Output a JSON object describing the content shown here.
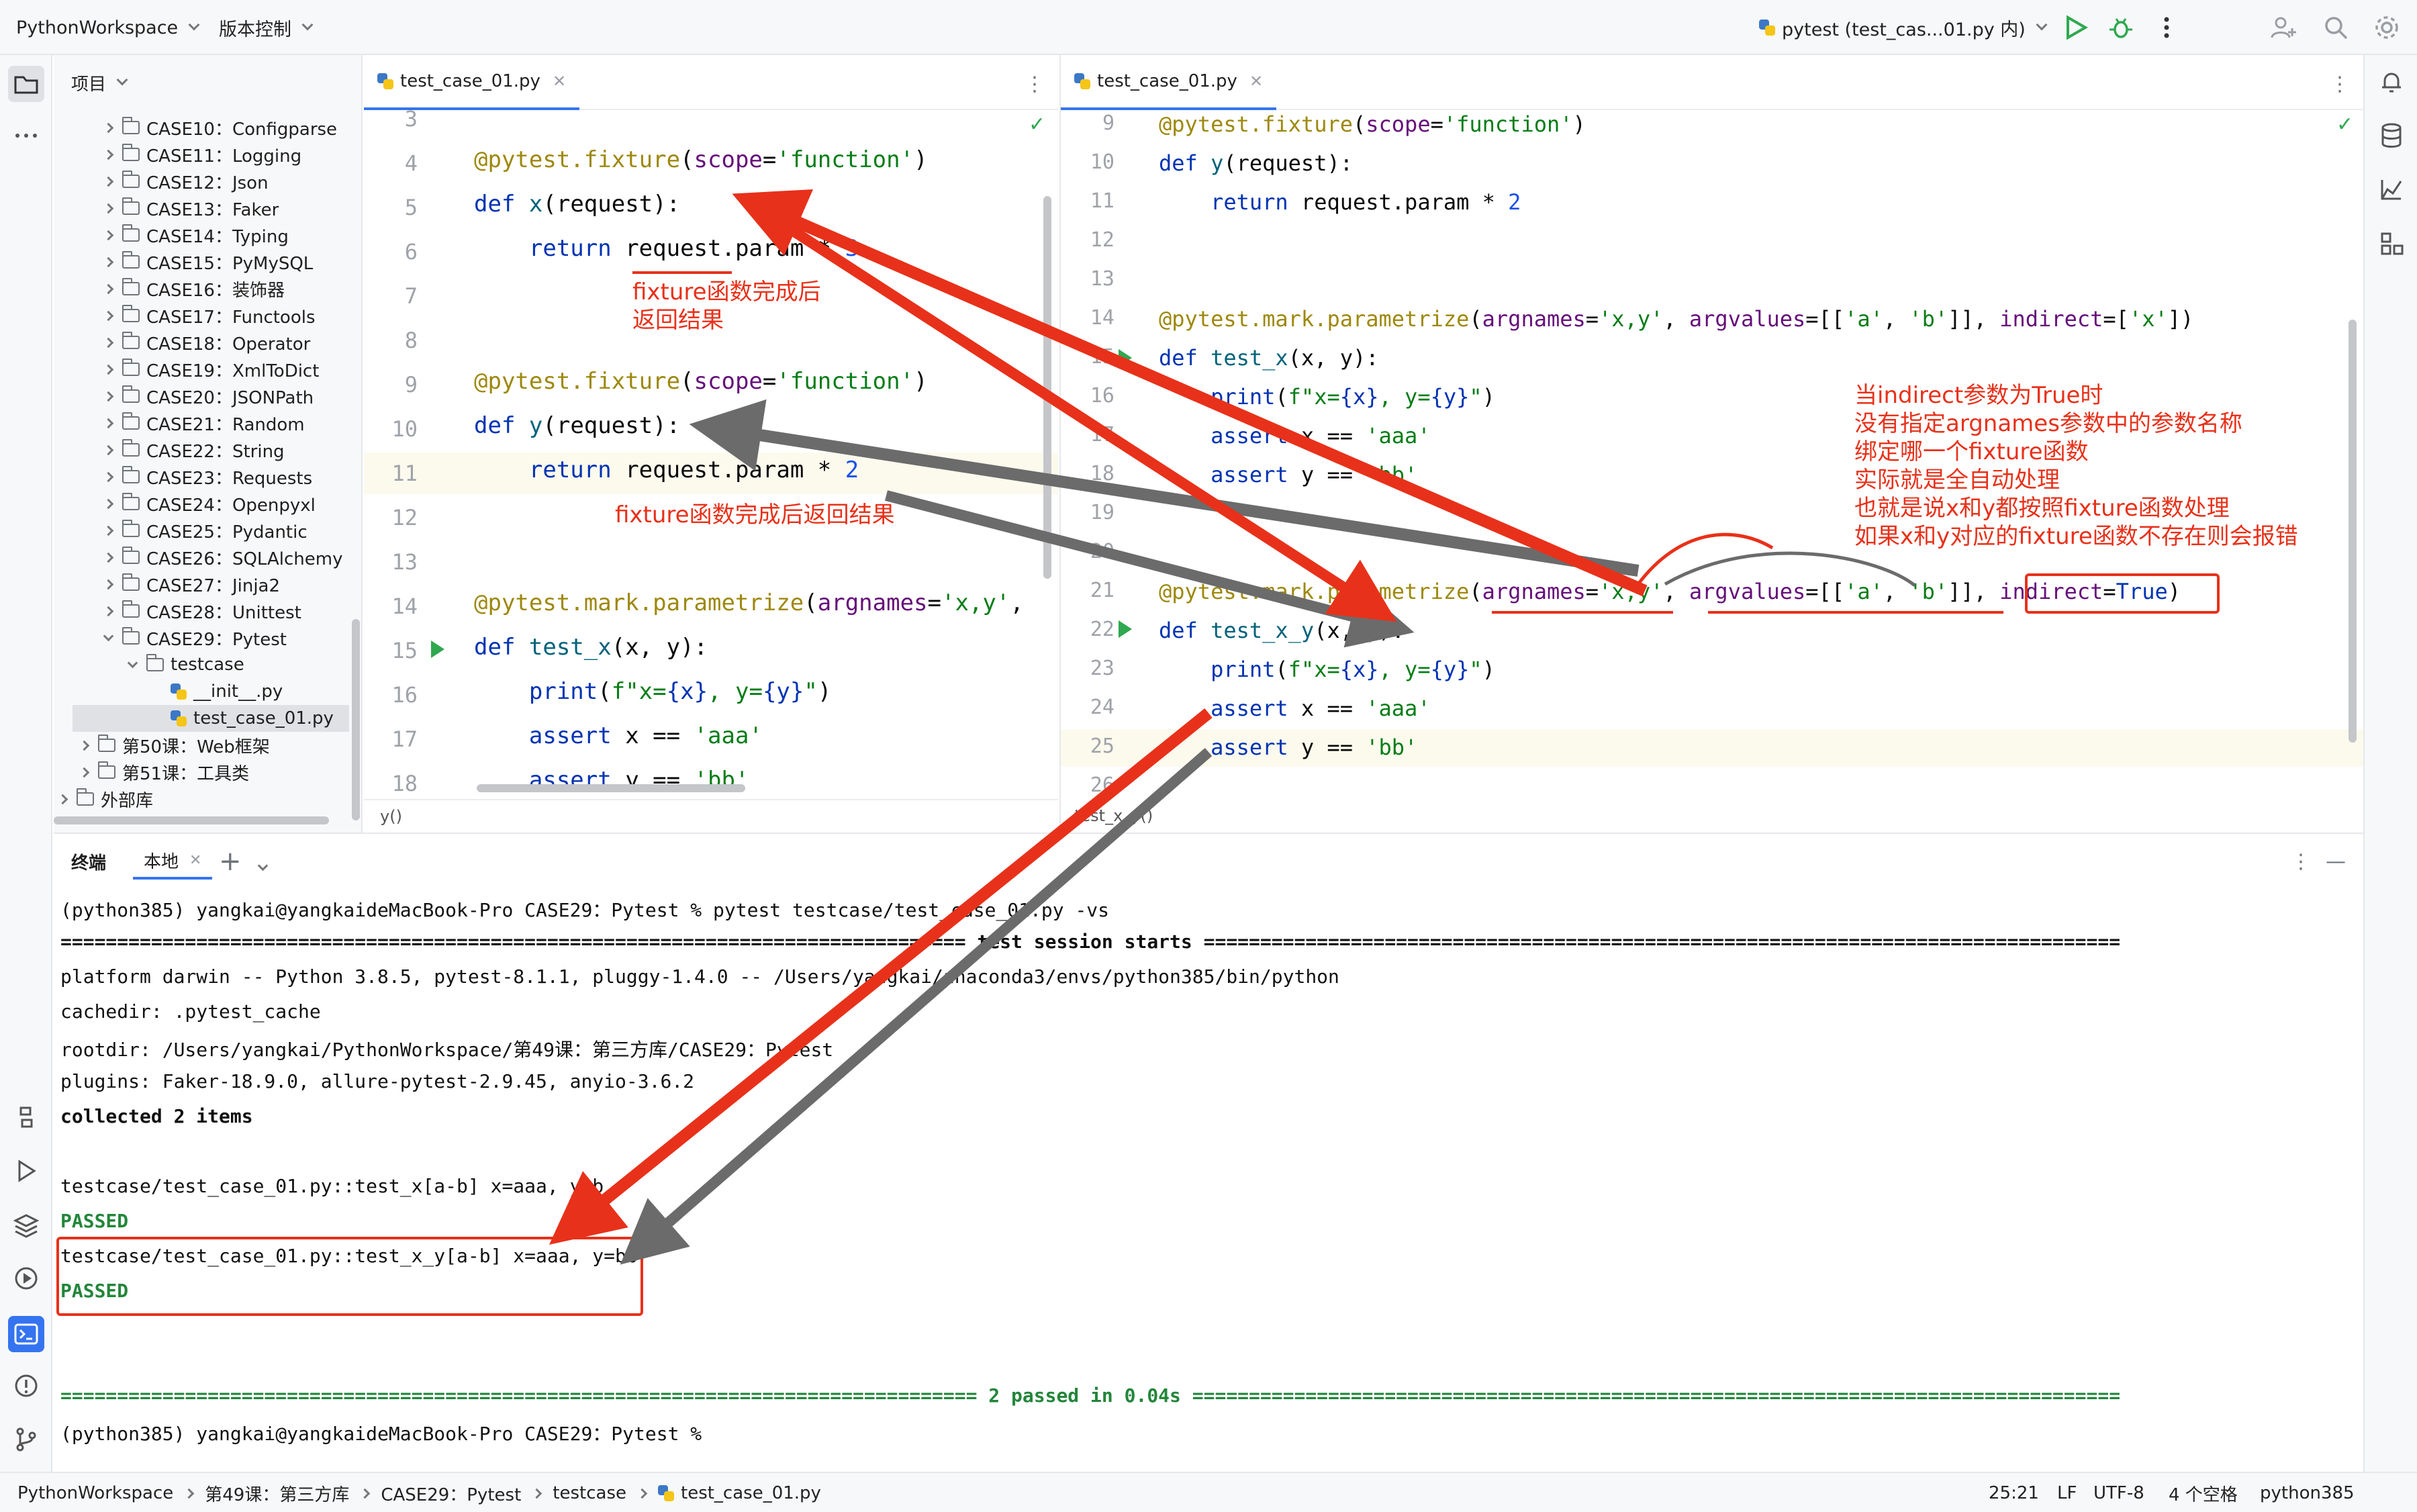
{
  "titlebar": {
    "project": "PythonWorkspace",
    "vcs": "版本控制",
    "run_config": "pytest (test_cas...01.py 内)"
  },
  "project_panel": {
    "title": "项目",
    "items": [
      {
        "label": "CASE10：Configparse"
      },
      {
        "label": "CASE11：Logging"
      },
      {
        "label": "CASE12：Json"
      },
      {
        "label": "CASE13：Faker"
      },
      {
        "label": "CASE14：Typing"
      },
      {
        "label": "CASE15：PyMySQL"
      },
      {
        "label": "CASE16：装饰器"
      },
      {
        "label": "CASE17：Functools"
      },
      {
        "label": "CASE18：Operator"
      },
      {
        "label": "CASE19：XmlToDict"
      },
      {
        "label": "CASE20：JSONPath"
      },
      {
        "label": "CASE21：Random"
      },
      {
        "label": "CASE22：String"
      },
      {
        "label": "CASE23：Requests"
      },
      {
        "label": "CASE24：Openpyxl"
      },
      {
        "label": "CASE25：Pydantic"
      },
      {
        "label": "CASE26：SQLAlchemy"
      },
      {
        "label": "CASE27：Jinja2"
      },
      {
        "label": "CASE28：Unittest"
      },
      {
        "label": "CASE29：Pytest"
      },
      {
        "label": "testcase"
      },
      {
        "label": "__init__.py"
      },
      {
        "label": "test_case_01.py"
      },
      {
        "label": "第50课：Web框架"
      },
      {
        "label": "第51课：工具类"
      },
      {
        "label": "外部库"
      }
    ]
  },
  "editor_left": {
    "tab": "test_case_01.py",
    "breadcrumb": "y()",
    "line_numbers": [
      "3",
      "4",
      "5",
      "6",
      "7",
      "8",
      "9",
      "10",
      "11",
      "12",
      "13",
      "14",
      "15",
      "16",
      "17",
      "18"
    ]
  },
  "editor_right": {
    "tab": "test_case_01.py",
    "breadcrumb": "test_x_y()",
    "line_numbers": [
      "9",
      "10",
      "11",
      "12",
      "13",
      "14",
      "15",
      "16",
      "17",
      "18",
      "19",
      "20",
      "21",
      "22",
      "23",
      "24",
      "25",
      "26"
    ]
  },
  "annotations": {
    "left_note_1": "fixture函数完成后",
    "left_note_2": "返回结果",
    "left_note_3": "fixture函数完成后返回结果",
    "right_note": [
      "当indirect参数为True时",
      "没有指定argnames参数中的参数名称",
      "绑定哪一个fixture函数",
      "实际就是全自动处理",
      "也就是说x和y都按照fixture函数处理",
      "如果x和y对应的fixture函数不存在则会报错"
    ]
  },
  "terminal": {
    "tab_group": "终端",
    "tab_local": "本地",
    "lines": [
      "(python385) yangkai@yangkaideMacBook-Pro CASE29：Pytest % pytest testcase/test_case_01.py -vs",
      "================================================================================ test session starts =================================================================================",
      "platform darwin -- Python 3.8.5, pytest-8.1.1, pluggy-1.4.0 -- /Users/yangkai/anaconda3/envs/python385/bin/python",
      "cachedir: .pytest_cache",
      "rootdir: /Users/yangkai/PythonWorkspace/第49课：第三方库/CASE29：Pytest",
      "plugins: Faker-18.9.0, allure-pytest-2.9.45, anyio-3.6.2",
      "collected 2 items",
      "",
      "testcase/test_case_01.py::test_x[a-b] x=aaa, y=b",
      "PASSED",
      "testcase/test_case_01.py::test_x_y[a-b] x=aaa, y=bb",
      "PASSED",
      "",
      "",
      "================================================================================= 2 passed in 0.04s ==================================================================================",
      "(python385) yangkai@yangkaideMacBook-Pro CASE29：Pytest %"
    ]
  },
  "statusbar": {
    "crumbs": [
      "PythonWorkspace",
      "第49课：第三方库",
      "CASE29：Pytest",
      "testcase",
      "test_case_01.py"
    ],
    "position": "25:21",
    "line_sep": "LF",
    "encoding": "UTF-8",
    "indent": "4 个空格",
    "interpreter": "python385"
  },
  "colors": {
    "annotation_red": "#e8311a",
    "arrow_gray": "#6b6b6b",
    "accent_blue": "#3574f0",
    "passed_green": "#22863a"
  }
}
